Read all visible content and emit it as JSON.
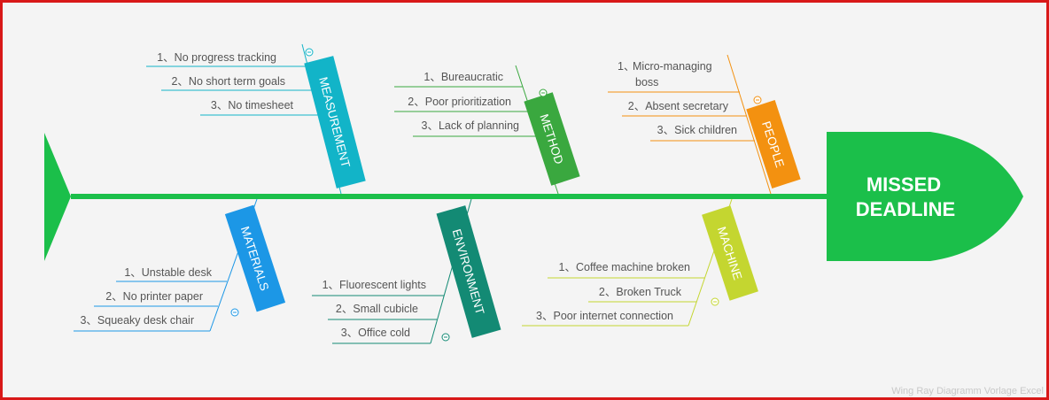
{
  "head": {
    "line1": "MISSED",
    "line2": "DEADLINE",
    "color": "#1bbf4a"
  },
  "spine_color": "#1bbf4a",
  "categories": [
    {
      "name": "MEASUREMENT",
      "color": "#12b4c8",
      "items": [
        "1、No progress tracking",
        "2、No short term goals",
        "3、No timesheet"
      ]
    },
    {
      "name": "METHOD",
      "color": "#3aa83f",
      "items": [
        "1、Bureaucratic",
        "2、Poor prioritization",
        "3、Lack of planning"
      ]
    },
    {
      "name": "PEOPLE",
      "color": "#f39110",
      "items": [
        "1、Micro-managing boss",
        "2、Absent secretary",
        "3、Sick children"
      ]
    },
    {
      "name": "MATERIALS",
      "color": "#1c97e6",
      "items": [
        "1、Unstable desk",
        "2、No printer paper",
        "3、Squeaky desk chair"
      ]
    },
    {
      "name": "ENVIRONMENT",
      "color": "#138a74",
      "items": [
        "1、Fluorescent lights",
        "2、Small cubicle",
        "3、Office cold"
      ]
    },
    {
      "name": "MACHINE",
      "color": "#c4d630",
      "items": [
        "1、Coffee machine broken",
        "2、Broken Truck",
        "3、Poor internet connection"
      ]
    }
  ],
  "watermark": "Wing Ray Diagramm Vorlage Excel"
}
